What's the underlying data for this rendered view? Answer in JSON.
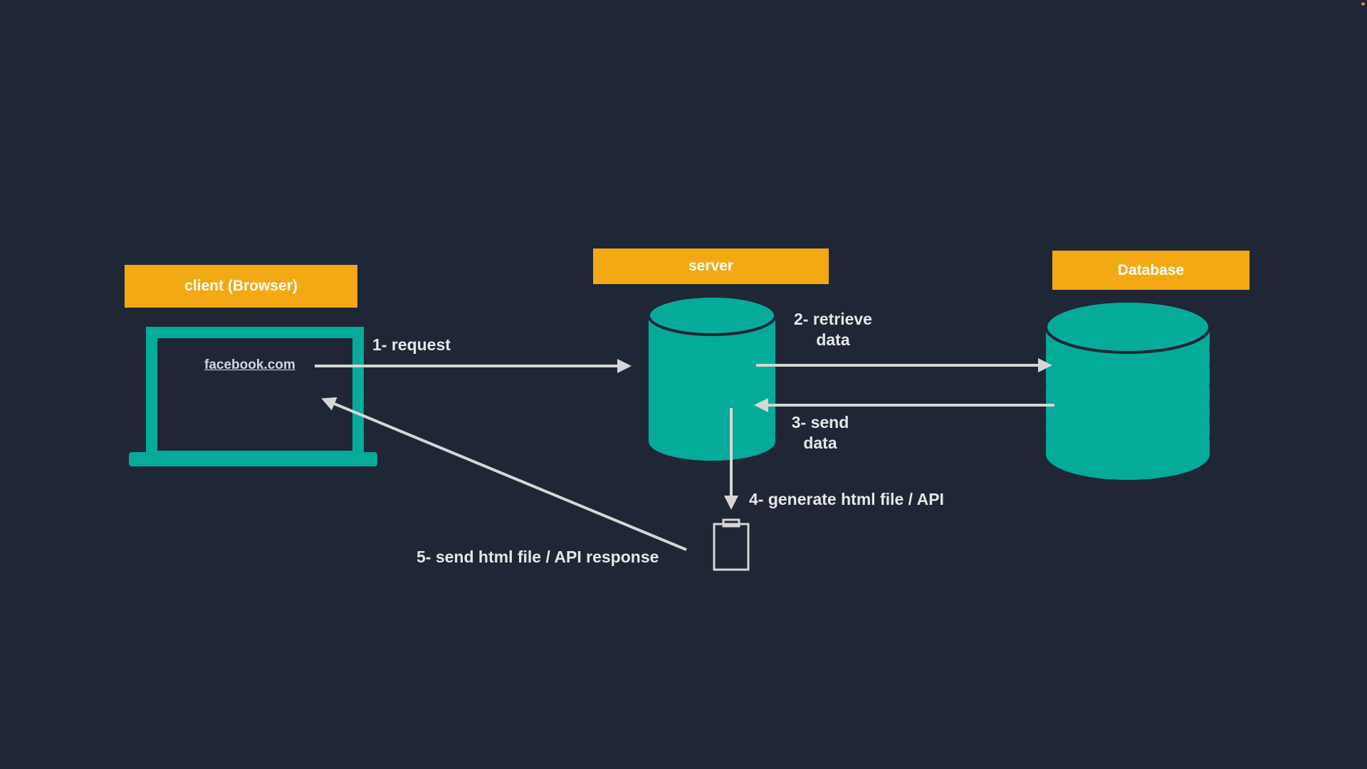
{
  "colors": {
    "background": "#1f2736",
    "label_fill": "#f2a914",
    "shape_fill": "#05ab99",
    "arrow": "#d6d6d6",
    "text": "#e6e6e6",
    "accent_dot": "#f07a1a"
  },
  "nodes": {
    "client": {
      "label": "client (Browser)",
      "url": "facebook.com",
      "icon": "laptop-icon"
    },
    "server": {
      "label": "server",
      "icon": "cylinder-icon"
    },
    "database": {
      "label": "Database",
      "icon": "database-stack-icon"
    },
    "output": {
      "icon": "clipboard-icon"
    }
  },
  "steps": {
    "request": "1- request",
    "retrieve_line1": "2- retrieve",
    "retrieve_line2": "data",
    "send_line1": "3- send",
    "send_line2": "data",
    "generate": "4- generate html file / API",
    "response": "5- send html file / API response"
  }
}
